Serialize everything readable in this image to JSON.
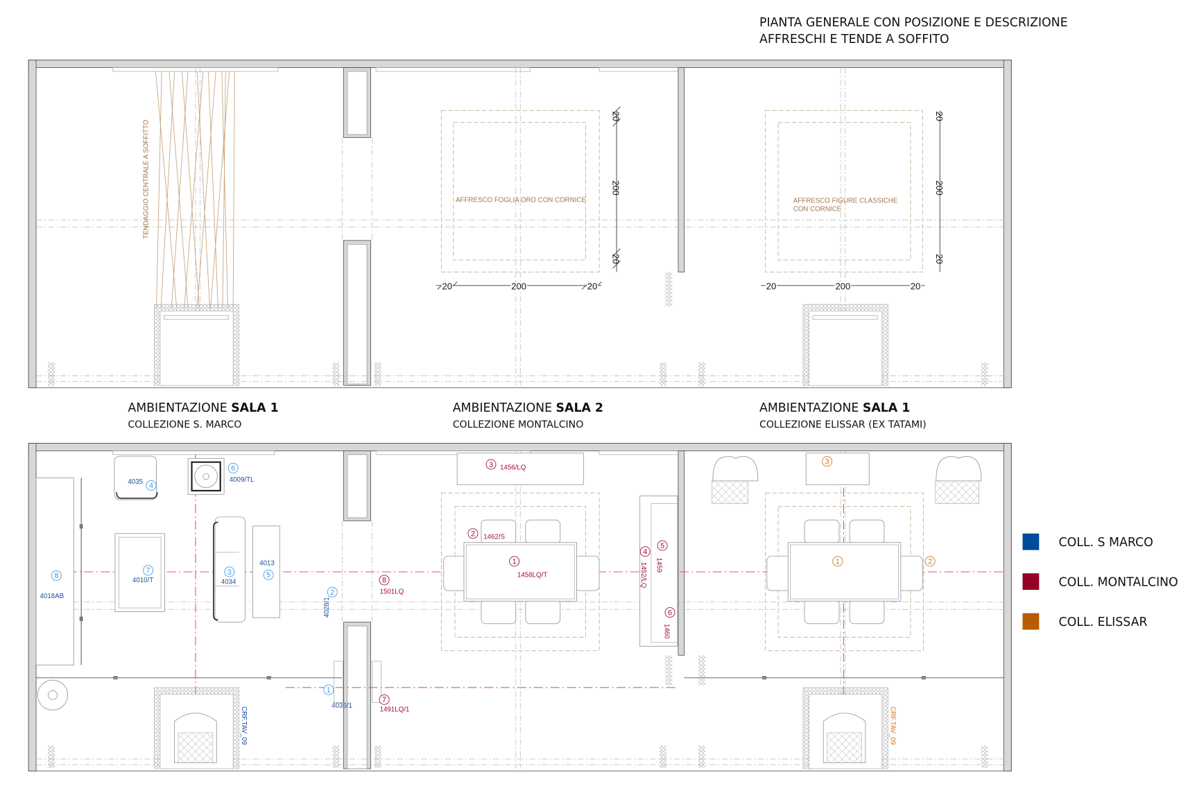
{
  "title": {
    "line1": "PIANTA GENERALE CON POSIZIONE E DESCRIZIONE",
    "line2": "AFFRESCHI E TENDE A SOFFITO"
  },
  "top_plan": {
    "curtain_note": "TENDAGGIO CENTRALE A SOFFITTO",
    "fresco_1": {
      "label": "AFFRESCO FOGLIA ORO CON CORNICE",
      "dims": [
        "20",
        "200",
        "20"
      ]
    },
    "fresco_2": {
      "label_line1": "AFFRESCO FIGURE CLASSICHE",
      "label_line2": "CON CORNICE",
      "dims": [
        "20",
        "200",
        "20"
      ]
    }
  },
  "rooms": [
    {
      "prefix": "AMBIENTAZIONE ",
      "name": "SALA 1",
      "collection": "COLLEZIONE S. MARCO"
    },
    {
      "prefix": "AMBIENTAZIONE ",
      "name": "SALA 2",
      "collection": "COLLEZIONE MONTALCINO"
    },
    {
      "prefix": "AMBIENTAZIONE ",
      "name": "SALA 1",
      "collection": "COLLEZIONE ELISSAR (EX TATAMI)"
    }
  ],
  "tags": {
    "s_marco": [
      {
        "n": "1",
        "code": "4036/1"
      },
      {
        "n": "2",
        "code": "4028/1"
      },
      {
        "n": "3",
        "code": "4034"
      },
      {
        "n": "4",
        "code": "4035"
      },
      {
        "n": "5",
        "code": "4013"
      },
      {
        "n": "6",
        "code": "4009/TL"
      },
      {
        "n": "7",
        "code": "4010/T"
      },
      {
        "n": "8",
        "code": "4018AB"
      }
    ],
    "montalcino": [
      {
        "n": "1",
        "code": "1458LQ/T"
      },
      {
        "n": "2",
        "code": "1462/S"
      },
      {
        "n": "3",
        "code": "1456/LQ"
      },
      {
        "n": "4",
        "code": "1452/LQ"
      },
      {
        "n": "5",
        "code": "1459"
      },
      {
        "n": "6",
        "code": "1460"
      },
      {
        "n": "7",
        "code": "1491LQ/1"
      },
      {
        "n": "8",
        "code": "1501LQ"
      }
    ],
    "elissar": [
      {
        "n": "1",
        "code": ""
      },
      {
        "n": "2",
        "code": ""
      },
      {
        "n": "3",
        "code": ""
      }
    ]
  },
  "refs": {
    "sala1": "CRF.TAV_09",
    "sala3": "CRF.TAV_09"
  },
  "equal_mark": "=",
  "legend": [
    {
      "label": "COLL. S MARCO",
      "color": "#004c9a"
    },
    {
      "label": "COLL. MONTALCINO",
      "color": "#970026"
    },
    {
      "label": "COLL. ELISSAR",
      "color": "#b85c00"
    }
  ],
  "colors": {
    "s_marco_circle": "#3a9cf0",
    "s_marco_text": "#1d4f9c",
    "montalcino": "#a01036",
    "elissar": "#d0761e"
  }
}
